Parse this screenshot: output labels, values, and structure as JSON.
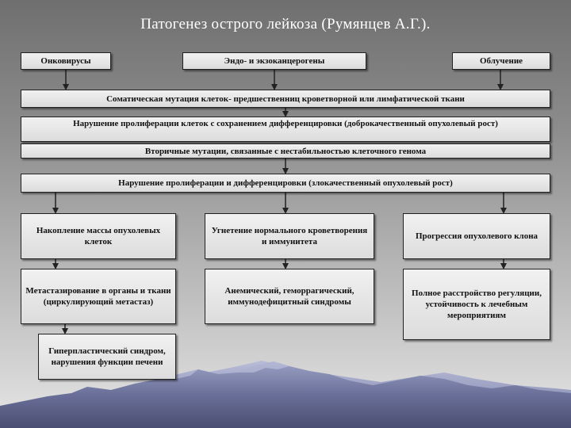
{
  "title": "Патогенез острого лейкоза (Румянцев А.Г.).",
  "colors": {
    "box_border": "#222222",
    "arrow": "#222222",
    "mountain_dark": "#565a83",
    "mountain_light": "#9aa0c4"
  },
  "boxes": {
    "oncoviruses": "Онковирусы",
    "carcinogens": "Эндо- и экзоканцерогены",
    "radiation": "Облучение",
    "somatic_mutation": "Соматическая мутация клеток- предшественниц кроветворной или лимфатической ткани",
    "proliferation_benign": "Нарушение пролиферации клеток с сохранением дифференцировки (доброкачественный опухолевый рост)",
    "secondary_mutations": "Вторичные мутации, связанные с нестабильностью клеточного генома",
    "proliferation_malignant": "Нарушение пролиферации и дифференцировки (злокачественный опухолевый рост)",
    "tumor_mass": "Накопление массы опухолевых клеток",
    "hematopoiesis_suppression": "Угнетение нормального кроветворения и иммунитета",
    "clone_progression": "Прогрессия опухолевого клона",
    "metastasis": "Метастазирование в органы и ткани (циркулирующий метастаз)",
    "syndromes": "Анемический, геморрагический, иммунодефицитный синдромы",
    "dysregulation": "Полное расстройство регуляции, устойчивость к лечебным мероприятиям",
    "hyperplastic": "Гиперпластический синдром, нарушения функции печени"
  }
}
